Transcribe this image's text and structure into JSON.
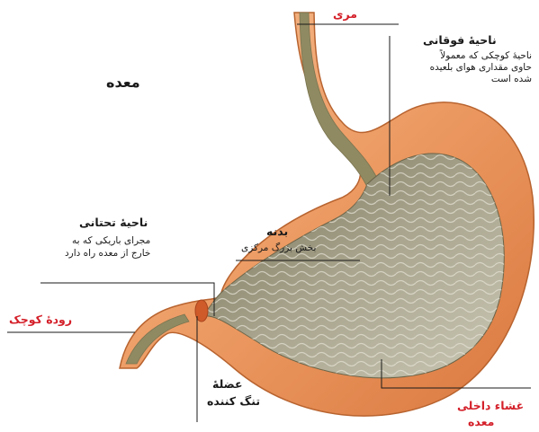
{
  "title": "معده",
  "labels": {
    "esophagus": "مری",
    "fundus_title": "ناحیۀ فوقانی",
    "fundus_desc": [
      "ناحیۀ کوچکی که معمولاً",
      "حاوی مقداری هوای بلعیده",
      "شده است"
    ],
    "body_title": "بدنه",
    "body_desc": "بخش بزرگ مرکزی",
    "pylorus_region_title": "ناحیۀ تحتانی",
    "pylorus_region_desc": [
      "مجرای باریکی که به",
      "خارج از معده راه دارد"
    ],
    "small_intestine": "رودۀ کوچک",
    "sphincter": [
      "عضلۀ",
      "تنگ کننده"
    ],
    "mucosa": [
      "غشاء داخلی",
      "معده"
    ]
  },
  "colors": {
    "outer_wall": "#e9955d",
    "outer_wall_light": "#f4b07f",
    "inner_lining": "#9c9a84",
    "inner_lining_light": "#c9c6b2",
    "label_red": "#d4202a",
    "leader_line": "#1a1a1a"
  }
}
